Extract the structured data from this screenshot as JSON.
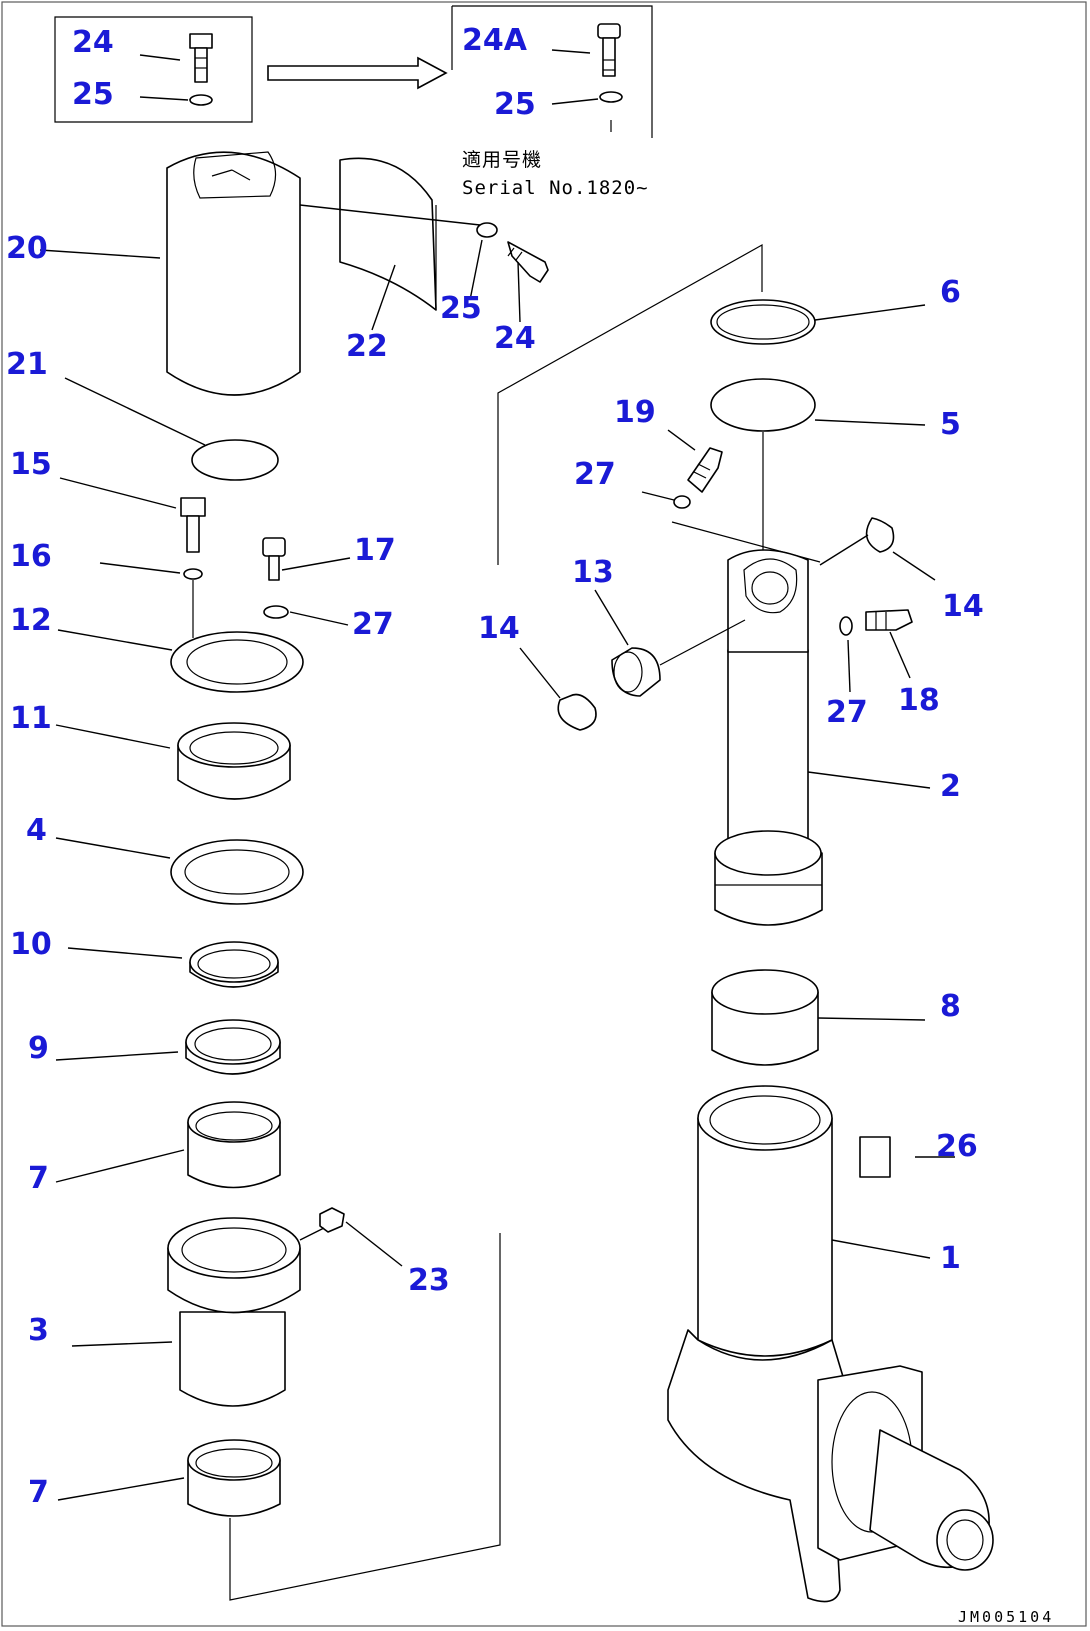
{
  "drawing_code": "JM005104",
  "serial_note": {
    "line1": "適用号機",
    "line2": "Serial No.1820~"
  },
  "callouts": [
    "24",
    "25",
    "24A",
    "25",
    "20",
    "22",
    "25",
    "24",
    "6",
    "5",
    "21",
    "19",
    "27",
    "15",
    "16",
    "17",
    "27",
    "12",
    "13",
    "14",
    "14",
    "27",
    "18",
    "11",
    "2",
    "4",
    "10",
    "8",
    "9",
    "7",
    "26",
    "23",
    "1",
    "3",
    "7"
  ],
  "line_color": "#000000",
  "callout_color": "#1a1ad6"
}
